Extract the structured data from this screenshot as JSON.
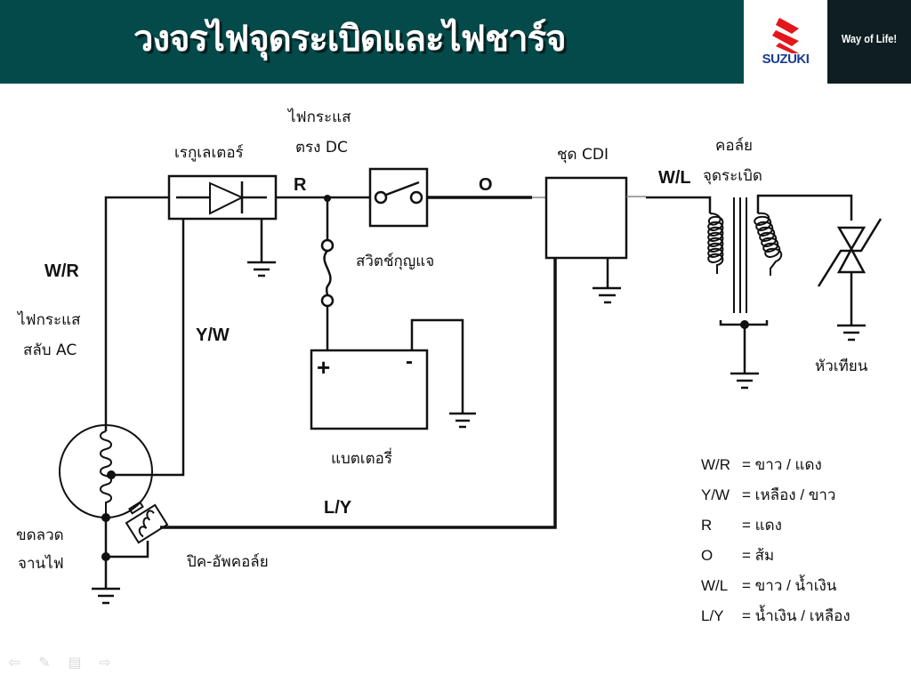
{
  "header": {
    "title": "วงจรไฟจุดระเบิดและไฟชาร์จ",
    "brand": "SUZUKI",
    "slogan": "Way of Life!",
    "colors": {
      "band": "#044a4a",
      "brand_red": "#e3171b",
      "brand_blue": "#1a3d8f",
      "slogan_bg": "#0e1e22"
    }
  },
  "components": {
    "regulator": "เรกูเลเตอร์",
    "dc_line1": "ไฟกระแส",
    "dc_line2": "ตรง DC",
    "key_switch": "สวิตช์กุญแจ",
    "cdi": "ชุด CDI",
    "coil_line1": "คอล์ย",
    "coil_line2": "จุดระเบิด",
    "spark_plug": "หัวเทียน",
    "ac_line1": "ไฟกระแส",
    "ac_line2": "สลับ AC",
    "battery": "แบตเตอรี่",
    "battery_plus": "+",
    "battery_minus": "-",
    "stator_line1": "ขดลวด",
    "stator_line2": "จานไฟ",
    "pickup_coil": "ปิค-อัพคอล์ย"
  },
  "wires": {
    "wr": "W/R",
    "yw": "Y/W",
    "r": "R",
    "o": "O",
    "wl": "W/L",
    "ly": "L/Y"
  },
  "legend": [
    {
      "code": "W/R",
      "meaning": "= ขาว / แดง"
    },
    {
      "code": "Y/W",
      "meaning": "= เหลือง / ขาว"
    },
    {
      "code": "R",
      "meaning": "= แดง"
    },
    {
      "code": "O",
      "meaning": "= ส้ม"
    },
    {
      "code": "W/L",
      "meaning": "= ขาว / น้ำเงิน"
    },
    {
      "code": "L/Y",
      "meaning": "= น้ำเงิน / เหลือง"
    }
  ],
  "nav": {
    "prev": "previous-slide",
    "pen": "pen-tool",
    "menu": "slide-menu",
    "next": "next-slide"
  }
}
